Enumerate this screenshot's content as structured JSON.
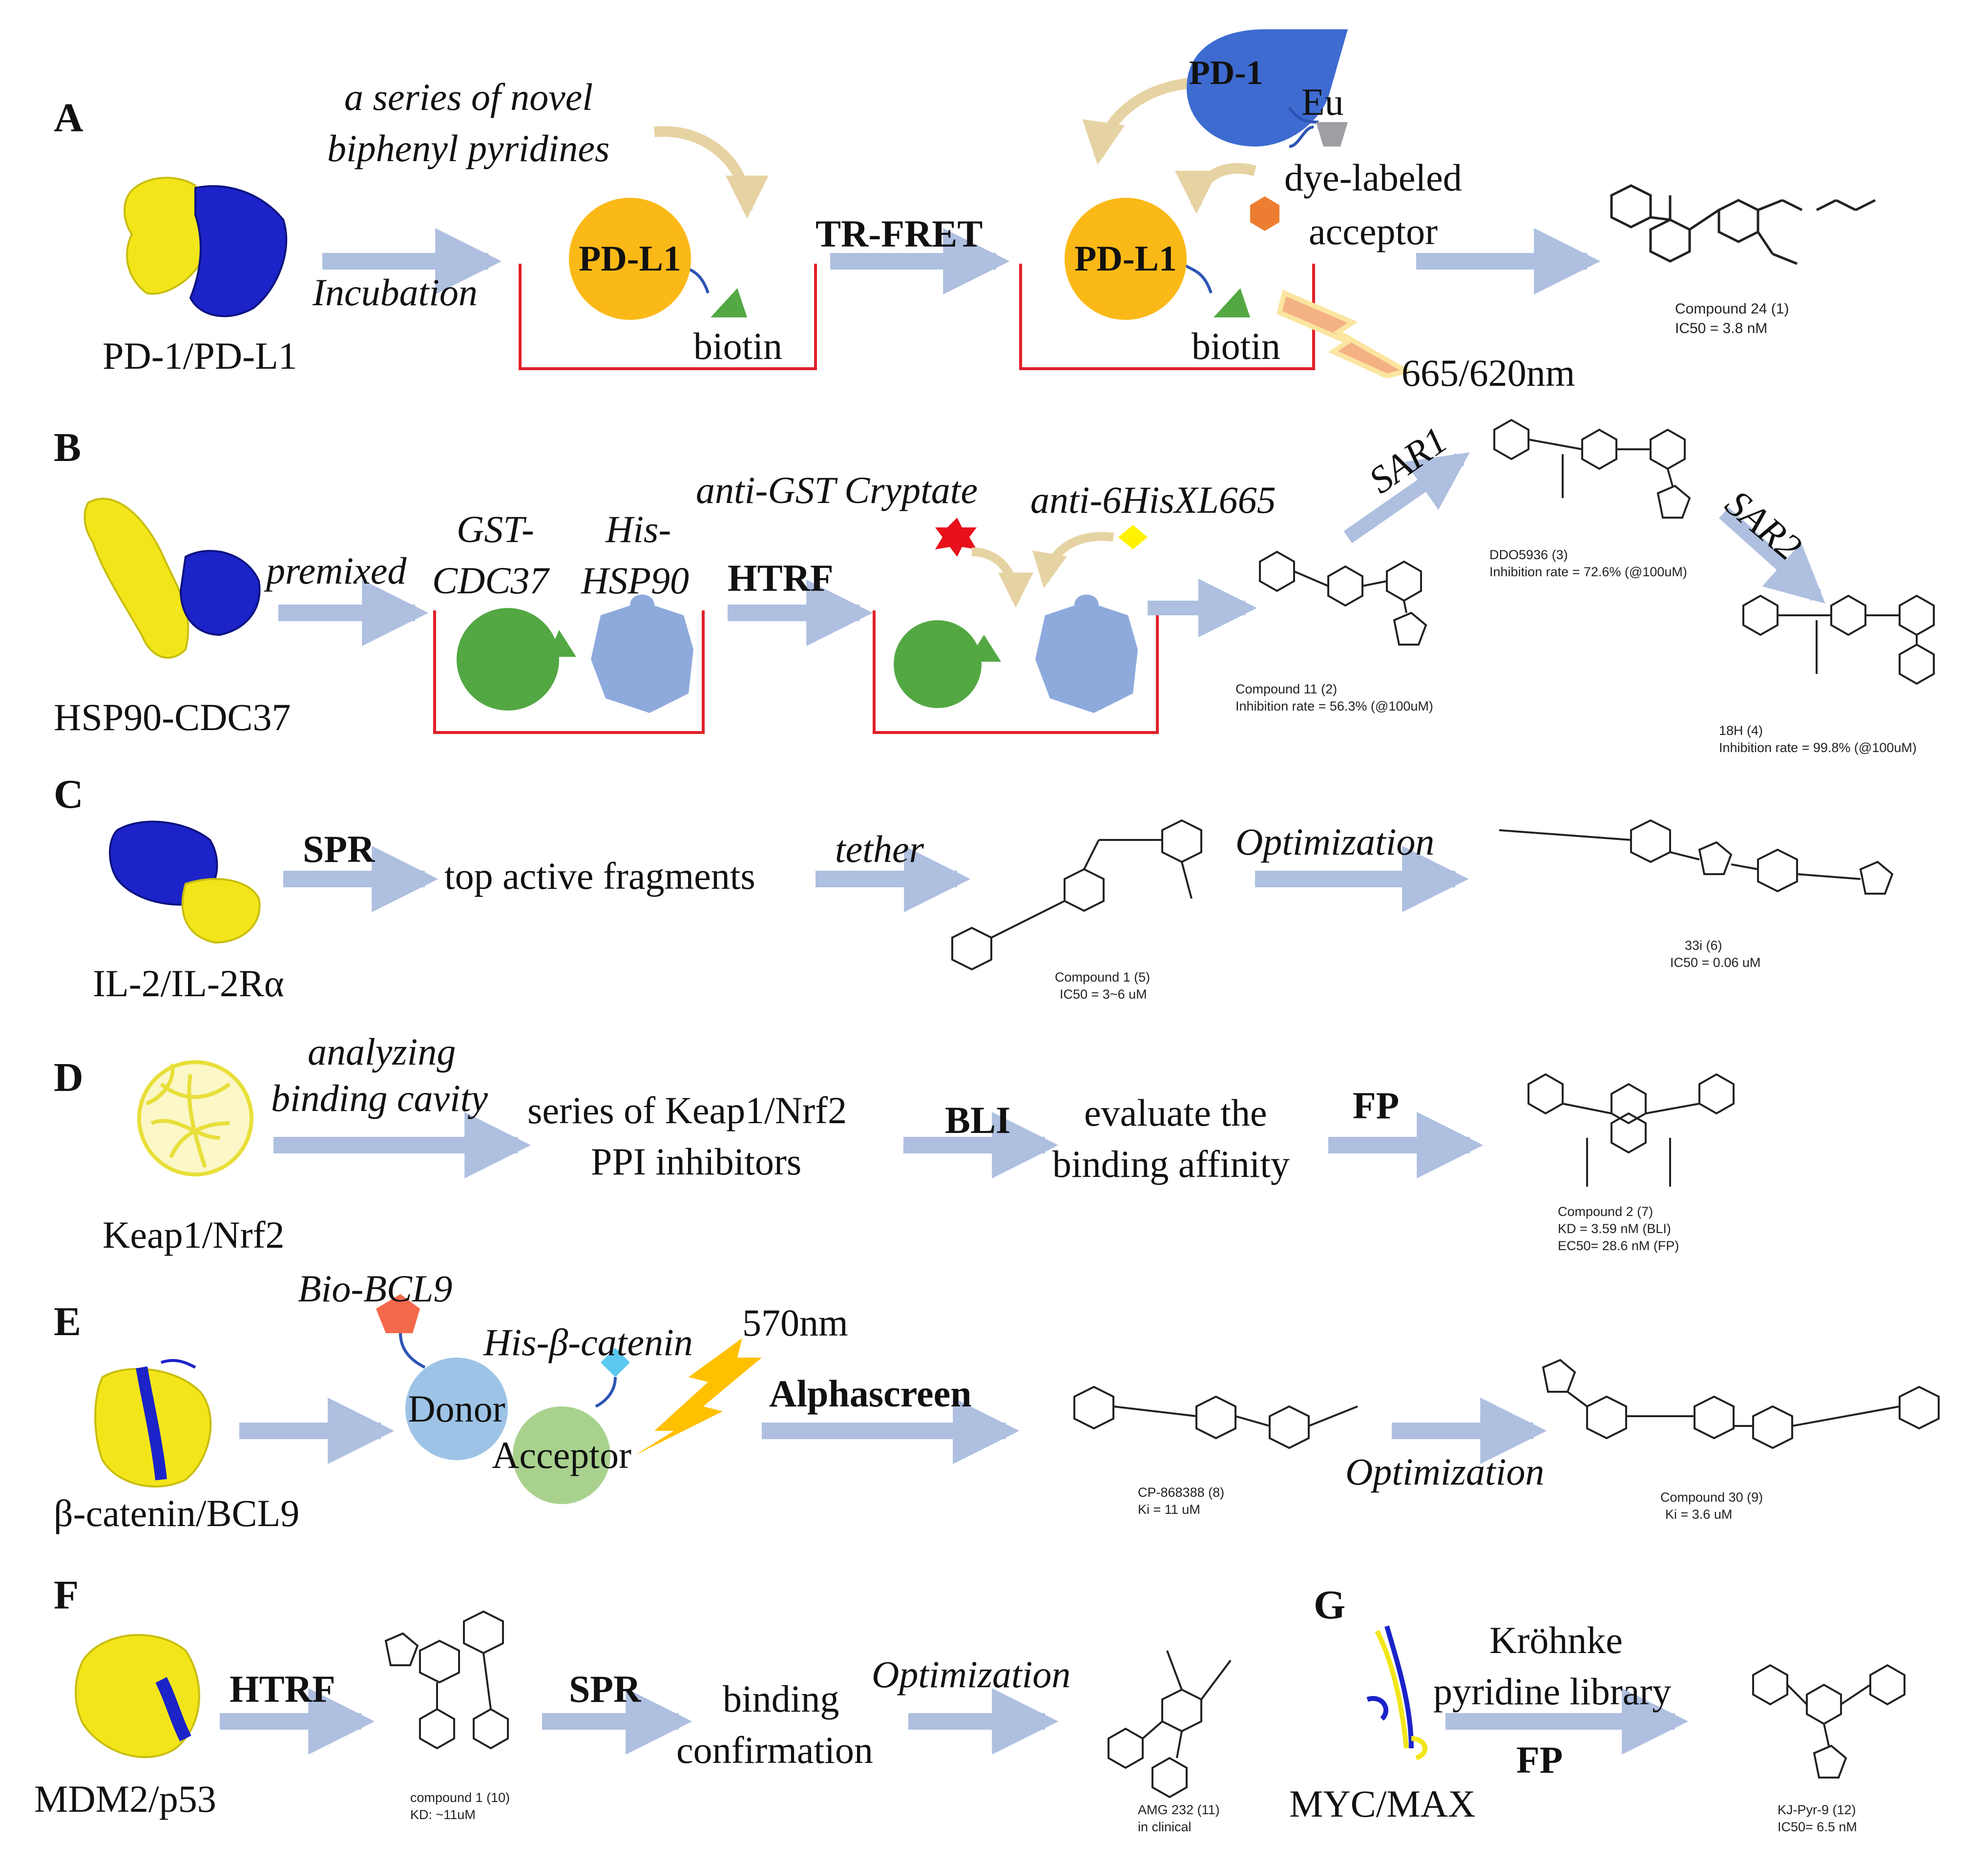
{
  "panels": {
    "A": {
      "letter": "A",
      "protein": "PD-1/PD-L1",
      "step1_label": "Incubation",
      "ligand_text_line1": "a series of novel",
      "ligand_text_line2": "biphenyl pyridines",
      "target": "PD-L1",
      "tag": "biotin",
      "assay": "TR-FRET",
      "partner": "PD-1",
      "donor_label": "Eu",
      "acceptor_line1": "dye-labeled",
      "acceptor_line2": "acceptor",
      "wavelength": "665/620nm",
      "compound_name": "Compound 24 (1)",
      "compound_value": "IC50 = 3.8 nM"
    },
    "B": {
      "letter": "B",
      "protein": "HSP90-CDC37",
      "step1_label": "premixed",
      "component1_line1": "GST-",
      "component1_line2": "CDC37",
      "component2_line1": "His-",
      "component2_line2": "HSP90",
      "assay": "HTRF",
      "reagent1": "anti-GST Cryptate",
      "reagent2": "anti-6HisXL665",
      "sar1": "SAR1",
      "sar2": "SAR2",
      "compound2_name": "Compound 11 (2)",
      "compound2_value": "Inhibition rate = 56.3% (@100uM)",
      "compound3_name": "DDO5936 (3)",
      "compound3_value": "Inhibition rate = 72.6% (@100uM)",
      "compound4_name": "18H (4)",
      "compound4_value": "Inhibition rate = 99.8% (@100uM)"
    },
    "C": {
      "letter": "C",
      "protein": "IL-2/IL-2Rα",
      "assay": "SPR",
      "fragments": "top active fragments",
      "tether": "tether",
      "optimization": "Optimization",
      "compound5_name": "Compound 1 (5)",
      "compound5_value": "IC50 = 3~6 uM",
      "compound6_name": "33i (6)",
      "compound6_value": "IC50 = 0.06 uM"
    },
    "D": {
      "letter": "D",
      "protein": "Keap1/Nrf2",
      "step1_line1": "analyzing",
      "step1_line2": "binding cavity",
      "series_line1": "series of Keap1/Nrf2",
      "series_line2": "PPI inhibitors",
      "assay1": "BLI",
      "evaluate_line1": "evaluate the",
      "evaluate_line2": "binding affinity",
      "assay2": "FP",
      "compound7_name": "Compound 2 (7)",
      "compound7_value1": "KD = 3.59 nM (BLI)",
      "compound7_value2": "EC50= 28.6 nM (FP)"
    },
    "E": {
      "letter": "E",
      "protein": "β-catenin/BCL9",
      "bio": "Bio-BCL9",
      "his": "His-β-catenin",
      "donor": "Donor",
      "acceptor": "Acceptor",
      "wavelength": "570nm",
      "assay": "Alphascreen",
      "optimization": "Optimization",
      "compound8_name": "CP-868388 (8)",
      "compound8_value": "Ki = 11 uM",
      "compound9_name": "Compound 30 (9)",
      "compound9_value": "Ki = 3.6 uM"
    },
    "F": {
      "letter": "F",
      "protein": "MDM2/p53",
      "assay1": "HTRF",
      "assay2": "SPR",
      "binding_line1": "binding",
      "binding_line2": "confirmation",
      "optimization": "Optimization",
      "compound10_name": "compound 1 (10)",
      "compound10_value": "KD: ~11uM",
      "compound11_name": "AMG 232 (11)",
      "compound11_value": "in clinical"
    },
    "G": {
      "letter": "G",
      "protein": "MYC/MAX",
      "library_line1": "Kröhnke",
      "library_line2": "pyridine library",
      "assay": "FP",
      "compound12_name": "KJ-Pyr-9 (12)",
      "compound12_value": "IC50= 6.5 nM"
    }
  },
  "colors": {
    "arrow": "#aebfe0",
    "bracket": "#e0202a",
    "pdl1": "#fbb917",
    "pd1": "#3e6bd0",
    "yellow_protein": "#f2e61a",
    "blue_protein": "#1b23c9",
    "green": "#53a843",
    "lightblue_protein": "#8eaadc",
    "donor": "#9dc3e6",
    "acceptor": "#a9d18e",
    "orange": "#ed7d31",
    "tan_arrow": "#d8c08a"
  }
}
